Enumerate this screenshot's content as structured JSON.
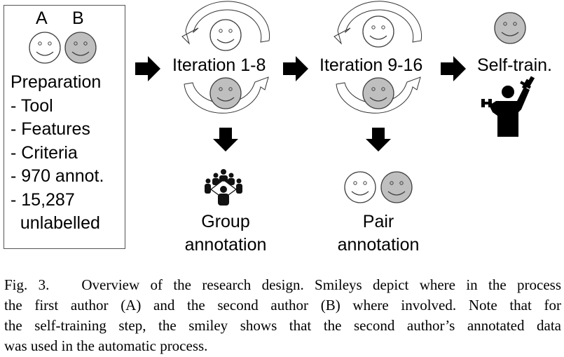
{
  "figure": {
    "preparation": {
      "author_labels": [
        "A",
        "B"
      ],
      "title": "Preparation",
      "items": [
        "- Tool",
        "- Features",
        "- Criteria",
        "- 970 annot.",
        "- 15,287",
        "  unlabelled"
      ]
    },
    "stages": [
      {
        "label": "Iteration 1-8",
        "output_label_lines": [
          "Group",
          "annotation"
        ],
        "output_icon": "group-meeting-icon"
      },
      {
        "label": "Iteration 9-16",
        "output_label_lines": [
          "Pair",
          "annotation"
        ],
        "output_icon": "two-smileys-icon"
      },
      {
        "label": "Self-train.",
        "output_icon": "weightlifter-icon"
      }
    ],
    "colors": {
      "author_a_fill": "#ffffff",
      "author_b_fill": "#bfbfbf",
      "outline": "#404040",
      "arrow": "#000000"
    }
  },
  "caption": {
    "lines": [
      "Fig. 3.   Overview of the research design. Smileys depict where in the process",
      "the first author (A) and the second author (B) where involved. Note that for",
      "the self-training step, the smiley shows that the second author’s annotated data",
      "was used in the automatic process."
    ]
  }
}
